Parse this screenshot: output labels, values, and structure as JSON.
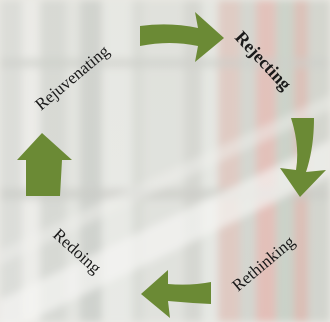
{
  "diagram": {
    "arrow_color": "#6b8a35",
    "stages": [
      {
        "id": "rejecting",
        "label": "Rejecting",
        "emphasis": true
      },
      {
        "id": "rethinking",
        "label": "Rethinking",
        "emphasis": false
      },
      {
        "id": "redoing",
        "label": "Redoing",
        "emphasis": false
      },
      {
        "id": "rejuvenating",
        "label": "Rejuvenating",
        "emphasis": false
      }
    ],
    "arrows": [
      {
        "id": "arrow-top",
        "direction": "right"
      },
      {
        "id": "arrow-right",
        "direction": "down"
      },
      {
        "id": "arrow-bottom",
        "direction": "left"
      },
      {
        "id": "arrow-left",
        "direction": "up"
      }
    ]
  },
  "background": {
    "description_icon": "blurred-bookshelf-background"
  }
}
